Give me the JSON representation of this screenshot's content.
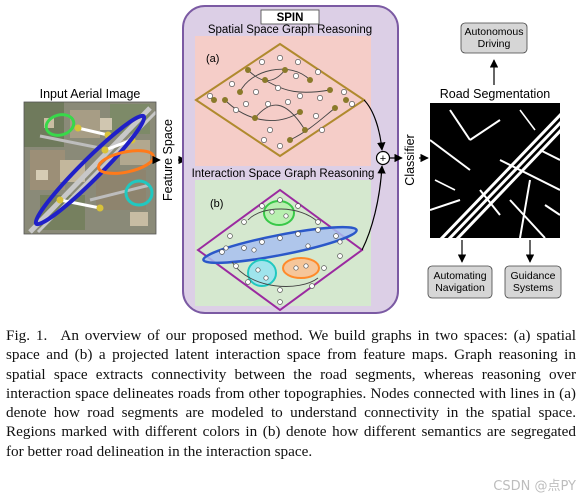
{
  "input": {
    "title": "Input Aerial Image"
  },
  "feature_space": {
    "label": "Feature Space"
  },
  "spin": {
    "title": "SPIN",
    "spatial_title": "Spatial Space Graph Reasoning",
    "spatial_tag": "(a)",
    "interaction_title": "Interaction Space Graph Reasoning",
    "interaction_tag": "(b)",
    "sum_symbol": "+"
  },
  "classifier": {
    "label": "Classifier"
  },
  "output": {
    "title": "Road Segmentation",
    "autonomous_driving": "Autonomous Driving",
    "automating_navigation": "Automating Navigation",
    "guidance_systems": "Guidance Systems"
  },
  "caption": {
    "fig": "Fig. 1.",
    "text": "An overview of our proposed method. We build graphs in two spaces: (a) spatial space and (b) a projected latent interaction space from feature maps. Graph reasoning in spatial space extracts connectivity between the road segments, whereas reasoning over interaction space delineates roads from other topographies. Nodes connected with lines in (a) denote how road segments are modeled to understand connectivity in the spatial space. Regions marked with different colors in (b) denote how different semantics are segregated for better road delineation in the interaction space."
  },
  "watermark": "CSDN @点PY",
  "colors": {
    "spin_panel": "#dccfe6",
    "spin_border": "#7b5aa3",
    "spatial_bg": "#f5cdc8",
    "interaction_bg": "#d5e8cf",
    "spatial_diamond": "#b08a2e",
    "interaction_diamond": "#9b2aa0",
    "road_ellipse": "#2b58c9",
    "output_box": "#d6d6d6"
  }
}
